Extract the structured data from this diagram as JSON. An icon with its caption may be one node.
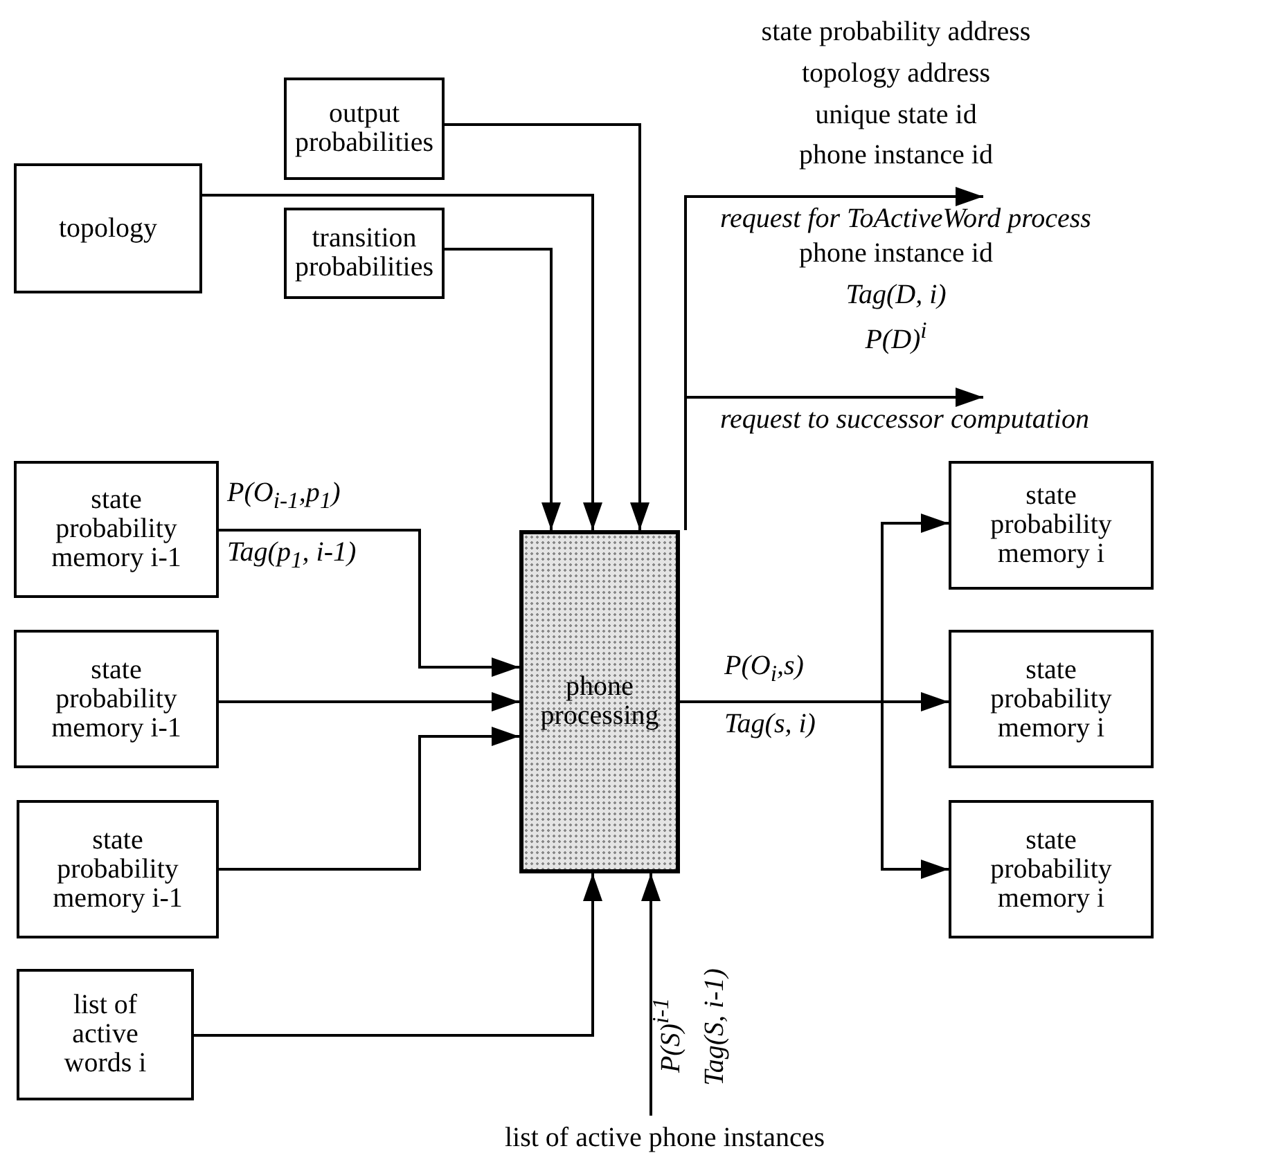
{
  "diagram": {
    "nodes": [
      {
        "text": [
          "output probabilities"
        ]
      },
      {
        "text": [
          "topology"
        ]
      },
      {
        "text": [
          "transition probabilities"
        ]
      },
      {
        "text": [
          "state probability memory i-1"
        ]
      },
      {
        "text": [
          "state probability memory i-1"
        ]
      },
      {
        "text": [
          "state probability memory i-1"
        ]
      },
      {
        "text": [
          "list of active words i"
        ]
      },
      {
        "text": [
          "phone processing"
        ]
      },
      {
        "text": [
          "state probability memory i"
        ]
      },
      {
        "text": [
          "state probability memory i"
        ]
      },
      {
        "text": [
          "state probability memory i"
        ]
      },
      {
        "text": [
          "list of active phone instances"
        ]
      }
    ],
    "edges": [
      {
        "from": 0,
        "to": 7,
        "arrow": "to"
      },
      {
        "from": 1,
        "to": 7,
        "arrow": "to"
      },
      {
        "from": 2,
        "to": 7,
        "arrow": "to"
      },
      {
        "from": 3,
        "to": 7,
        "arrow": "to"
      },
      {
        "from": 4,
        "to": 7,
        "arrow": "to"
      },
      {
        "from": 5,
        "to": 7,
        "arrow": "to"
      },
      {
        "from": 6,
        "to": 7,
        "arrow": "to"
      },
      {
        "from": 11,
        "to": 7,
        "arrow": "to"
      },
      {
        "from": 7,
        "to": 8,
        "arrow": "to"
      },
      {
        "from": 7,
        "to": 9,
        "arrow": "to"
      },
      {
        "from": 7,
        "to": 10,
        "arrow": "to"
      },
      {
        "from": 7,
        "to": null,
        "arrow": "to",
        "label": "request for ToActiveWord process"
      },
      {
        "from": 7,
        "to": null,
        "arrow": "to",
        "label": "request to successor computation"
      }
    ],
    "labels": [
      "state probability address",
      "topology address",
      "unique state id",
      "phone instance id",
      "phone instance id",
      "Tag(D, i)",
      "P(D)$^{i}$",
      "P(O$_{i-1}$,p$_{1}$)",
      "Tag(p$_{1}$, i-1)",
      "P(O$_{i}$,s)",
      "Tag(s, i)",
      "P(S)$^{i-1}$",
      "Tag(S, i-1)"
    ]
  }
}
